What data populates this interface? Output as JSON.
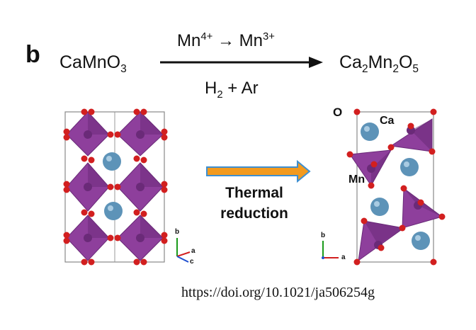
{
  "figure": {
    "panel_letter": "b",
    "reactant": {
      "base": "CaMnO",
      "sub": "3"
    },
    "product": {
      "p1": "Ca",
      "s1": "2",
      "p2": "Mn",
      "s2": "2",
      "p3": "O",
      "s3": "5"
    },
    "above_arrow": {
      "from": "Mn",
      "from_sup": "4+",
      "arrow": " → ",
      "to": "Mn",
      "to_sup": "3+"
    },
    "below_arrow": {
      "h": "H",
      "h_sub": "2",
      "rest": " + Ar"
    },
    "middle_label": {
      "line1": "Thermal",
      "line2": "reduction"
    },
    "atom_labels": {
      "o": "O",
      "ca": "Ca",
      "mn": "Mn"
    },
    "axes_left": {
      "b": "b",
      "a": "a",
      "c": "c"
    },
    "axes_right": {
      "b": "b",
      "a": "a"
    },
    "doi": "https://doi.org/10.1021/ja506254g"
  },
  "colors": {
    "octahedron": "#8e3f9c",
    "octahedron_dark": "#6a2a78",
    "oxygen": "#d21f1f",
    "calcium": "#5d93b8",
    "arrow_fill": "#f29a1f",
    "arrow_outline": "#3d8fd1"
  }
}
